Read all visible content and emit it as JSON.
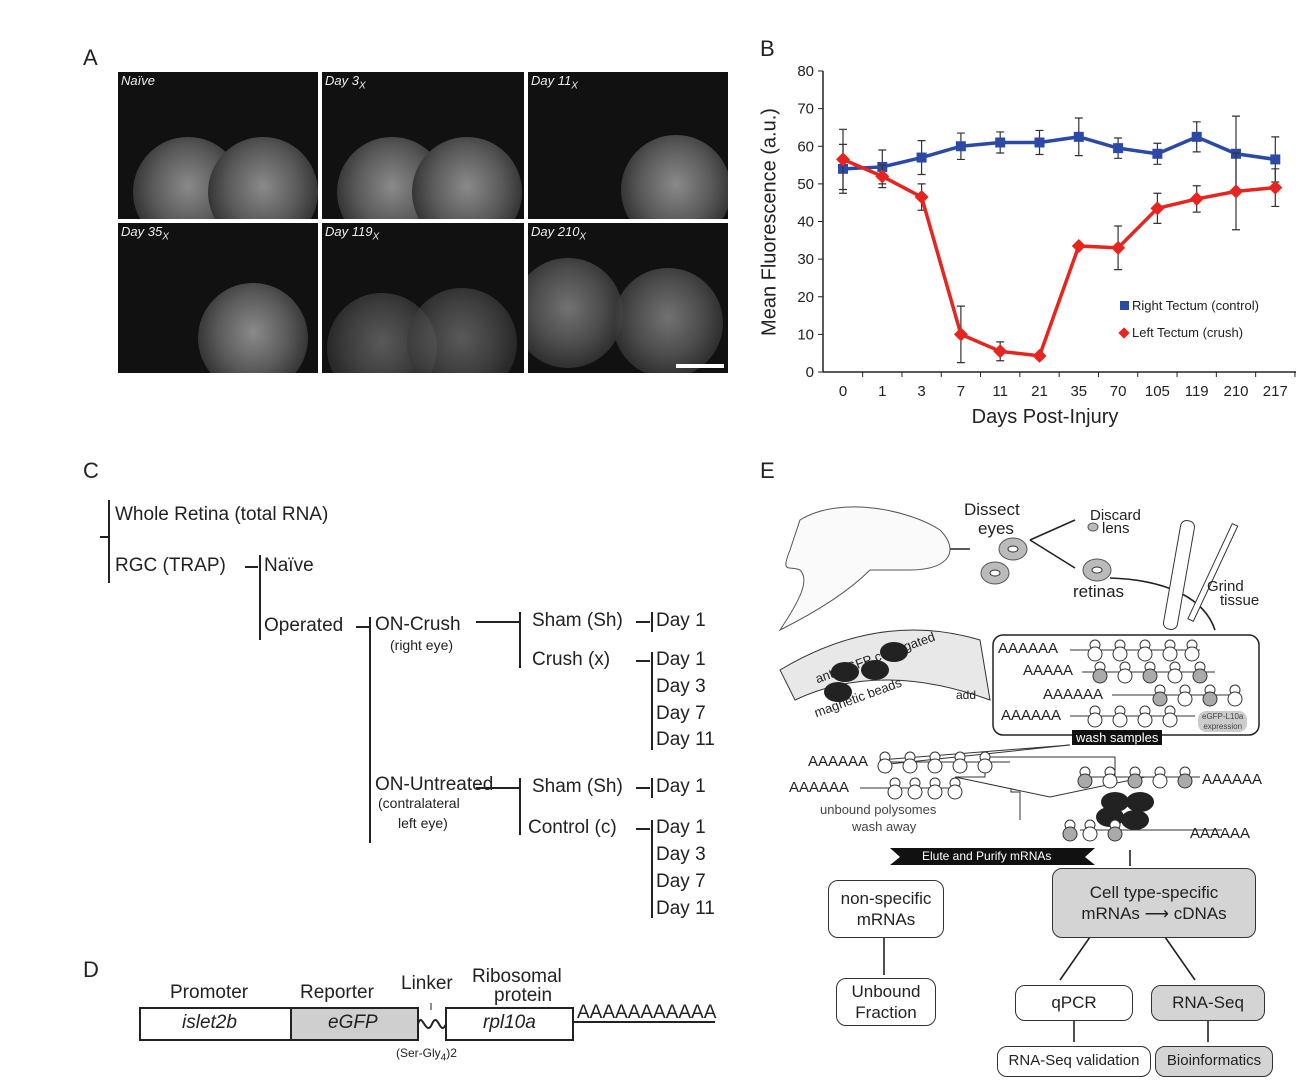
{
  "panels": {
    "a": "A",
    "b": "B",
    "c": "C",
    "d": "D",
    "e": "E"
  },
  "panel_a": {
    "images": [
      {
        "label": "Naïve",
        "sub": ""
      },
      {
        "label": "Day 3",
        "sub": "X"
      },
      {
        "label": "Day 11",
        "sub": "X"
      },
      {
        "label": "Day 35",
        "sub": "X"
      },
      {
        "label": "Day 119",
        "sub": "X"
      },
      {
        "label": "Day 210",
        "sub": "X"
      }
    ]
  },
  "chart_data": {
    "type": "line",
    "title": "",
    "xlabel": "Days Post-Injury",
    "ylabel": "Mean Fluorescence (a.u.)",
    "categories": [
      "0",
      "1",
      "3",
      "7",
      "11",
      "21",
      "35",
      "70",
      "105",
      "119",
      "210",
      "217"
    ],
    "ylim": [
      0,
      80
    ],
    "yticks": [
      "0",
      "10",
      "20",
      "30",
      "40",
      "50",
      "60",
      "70",
      "80"
    ],
    "legend_position": "bottom-right",
    "series": [
      {
        "name": "Right Tectum (control)",
        "color": "#2b4aa8",
        "marker": "square",
        "values": [
          54,
          54.5,
          57,
          60,
          61,
          61,
          62.5,
          59.5,
          58,
          62.5,
          58,
          56.5
        ],
        "errors": [
          6.5,
          4.5,
          4.5,
          3.5,
          2.8,
          3.2,
          5,
          2.7,
          2.8,
          4,
          10,
          6
        ]
      },
      {
        "name": "Left Tectum (crush)",
        "color": "#e8241e",
        "marker": "diamond",
        "values": [
          56.5,
          52,
          46.5,
          10,
          5.5,
          4.3,
          33.5,
          33,
          43.5,
          46,
          48,
          49
        ],
        "errors": [
          8,
          3,
          3.5,
          7.5,
          2.5,
          0,
          0,
          5.8,
          4,
          3.5,
          10.2,
          5
        ]
      }
    ]
  },
  "panel_c": {
    "whole_retina": "Whole Retina (total RNA)",
    "rgc": "RGC (TRAP)",
    "naive": "Naïve",
    "operated": "Operated",
    "on_crush": "ON-Crush",
    "right_eye": "(right eye)",
    "on_untreated": "ON-Untreated",
    "contralateral": "(contralateral",
    "left_eye": "left eye)",
    "sham": "Sham (Sh)",
    "crush": "Crush (x)",
    "control": "Control (c)",
    "day1": "Day 1",
    "day3": "Day 3",
    "day7": "Day 7",
    "day11": "Day 11"
  },
  "panel_d": {
    "promoter": "Promoter",
    "reporter": "Reporter",
    "linker": "Linker",
    "ribosomal": "Ribosomal",
    "protein": "protein",
    "islet2b": "islet2b",
    "egfp": "eGFP",
    "rpl10a": "rpl10a",
    "polya": "AAAAAAAAAAA",
    "linker_seq": "(Ser-Gly",
    "linker_sub": "4",
    "linker_sub2": ")2"
  },
  "panel_e": {
    "dissect": "Dissect",
    "eyes": "eyes",
    "discard": "Discard",
    "lens": "lens",
    "retinas": "retinas",
    "grind": "Grind",
    "tissue": "tissue",
    "beads1": "anti-eGFP conjugated",
    "beads2": "magnetic beads",
    "add": "add",
    "polya6": "AAAAAA",
    "polya5": "AAAAA",
    "egfp_expr": "eGFP-L10a",
    "expression": "expression",
    "wash": "wash samples",
    "unbound1": "unbound polysomes",
    "unbound2": "wash away",
    "elute": "Elute and Purify mRNAs",
    "nonspecific": "non-specific mRNAs",
    "celltype1": "Cell type-specific",
    "celltype2": "mRNAs ⟶ cDNAs",
    "unbound_fraction": "Unbound Fraction",
    "qpcr": "qPCR",
    "rnaseq": "RNA-Seq",
    "validation": "RNA-Seq validation",
    "bioinf": "Bioinformatics"
  }
}
